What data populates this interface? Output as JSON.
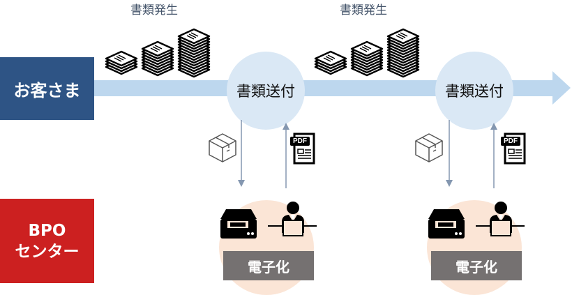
{
  "lanes": {
    "customer": {
      "label": "お客さま",
      "color": "#2e5485"
    },
    "bpo": {
      "label_line1": "BPO",
      "label_line2": "センター",
      "color": "#cc2020"
    }
  },
  "flow": {
    "arrow_color": "#bdd7ee",
    "connector_color": "#8497b0",
    "cycles": [
      {
        "generate_label": "書類発生",
        "send_label": "書類送付",
        "outbound_icon": "cardboard-box-icon",
        "return_icon": "pdf-document-icon",
        "pdf_tag": "PDF",
        "process_label": "電子化",
        "process_icons": [
          "scanner-icon",
          "operator-at-laptop-icon"
        ]
      },
      {
        "generate_label": "書類発生",
        "send_label": "書類送付",
        "outbound_icon": "cardboard-box-icon",
        "return_icon": "pdf-document-icon",
        "pdf_tag": "PDF",
        "process_label": "電子化",
        "process_icons": [
          "scanner-icon",
          "operator-at-laptop-icon"
        ]
      }
    ]
  },
  "colors": {
    "send_circle": "#dae8f5",
    "process_circle": "#fbe5d6",
    "process_label_bg": "#757171"
  }
}
